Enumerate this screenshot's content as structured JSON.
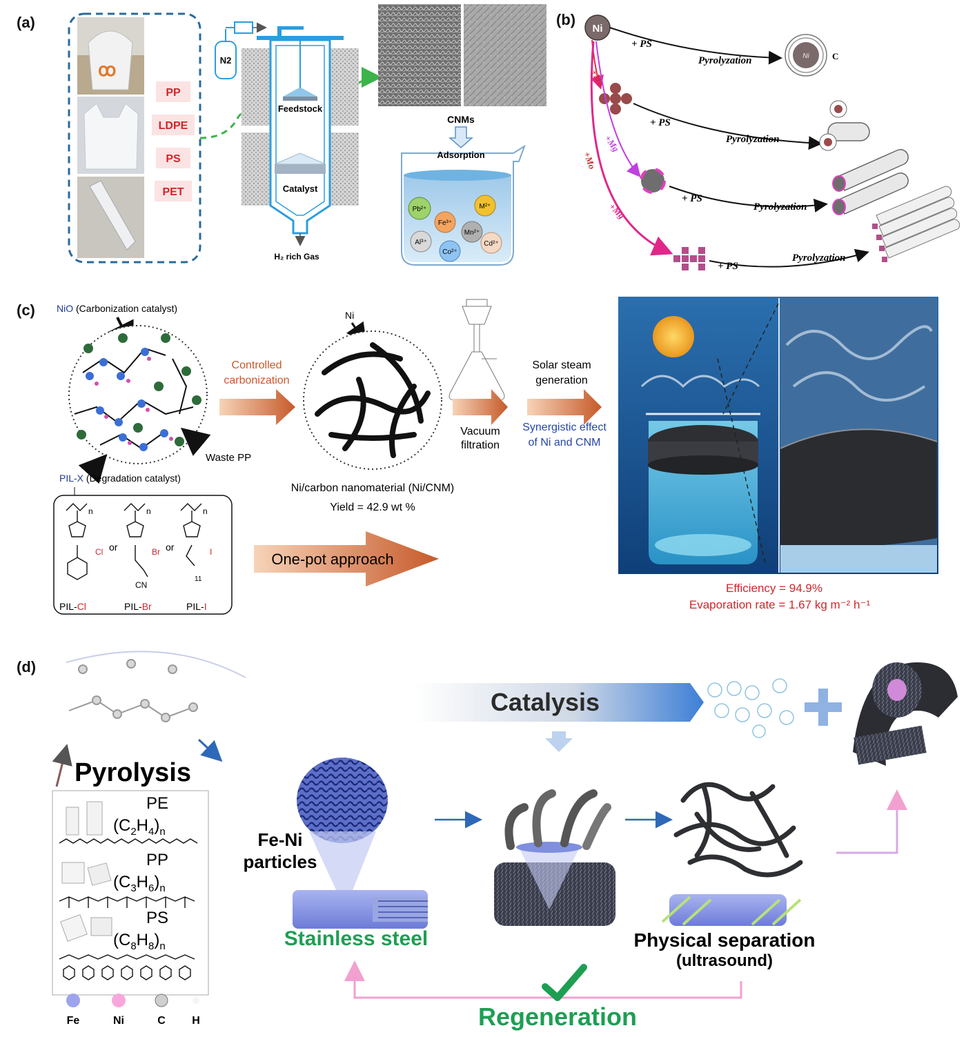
{
  "panel_a": {
    "label": "(a)",
    "plastics": [
      "PP",
      "LDPE",
      "PS",
      "PET"
    ],
    "n2": "N2",
    "feedstock": "Feedstock",
    "catalyst": "Catalyst",
    "gas_out": "H₂ rich Gas",
    "cnms": "CNMs",
    "adsorption": "Adsorption",
    "ions": [
      "Pb²⁺",
      "M²⁺",
      "Fe³⁺",
      "Mn²⁺",
      "Al³⁺",
      "Co²⁺",
      "Cd²⁺"
    ]
  },
  "panel_b": {
    "label": "(b)",
    "ni": "Ni",
    "ni_core": "Ni",
    "c_label": "C",
    "plus_ps": "+ PS",
    "pyrolyzation": "Pyrolyzation",
    "plus_mo": "+Mo",
    "plus_mg": "+Mg"
  },
  "panel_c": {
    "label": "(c)",
    "nio_prefix": "NiO",
    "nio_suffix": " (Carbonization catalyst)",
    "waste_pp": "Waste PP",
    "pil_prefix": "PIL-X",
    "pil_suffix": " (Degradation catalyst)",
    "controlled_1": "Controlled",
    "controlled_2": "carbonization",
    "ni": "Ni",
    "product": "Ni/carbon nanomaterial (Ni/CNM)",
    "yield": "Yield = 42.9 wt %",
    "vacuum_1": "Vacuum",
    "vacuum_2": "filtration",
    "solar_1": "Solar steam",
    "solar_2": "generation",
    "syn_1": "Synergistic effect",
    "syn_2": "of Ni and CNM",
    "one_pot": "One-pot approach",
    "or": "or",
    "n": "n",
    "pil_cl": {
      "base": "PIL-",
      "x": "Cl"
    },
    "pil_br": {
      "base": "PIL-",
      "x": "Br"
    },
    "pil_i": {
      "base": "PIL-",
      "x": "I"
    },
    "anion_cl": "Cl",
    "anion_br": "Br",
    "anion_i": "I",
    "cn": "CN",
    "eleven": "11",
    "efficiency": "Efficiency = 94.9%",
    "evap": "Evaporation rate = 1.67 kg m⁻² h⁻¹"
  },
  "panel_d": {
    "label": "(d)",
    "catalysis": "Catalysis",
    "pyrolysis": "Pyrolysis",
    "pe": "PE",
    "pe_formula": {
      "a": "(C",
      "b": "2",
      "c": "H",
      "d": "4",
      "e": ")",
      "f": "n"
    },
    "pp": "PP",
    "pp_formula": {
      "a": "(C",
      "b": "3",
      "c": "H",
      "d": "6",
      "e": ")",
      "f": "n"
    },
    "ps": "PS",
    "ps_formula": {
      "a": "(C",
      "b": "8",
      "c": "H",
      "d": "8",
      "e": ")",
      "f": "n"
    },
    "feni_1": "Fe-Ni",
    "feni_2": "particles",
    "stainless": "Stainless steel",
    "phys_1": "Physical separation",
    "phys_2": "(ultrasound)",
    "regeneration": "Regeneration",
    "legend": [
      "Fe",
      "Ni",
      "C",
      "H"
    ]
  },
  "colors": {
    "red_label": "#d0262a",
    "navy": "#1f3b8f",
    "green": "#1e9e53",
    "dash_blue": "#2b6a9a",
    "green_dash": "#3cb44b",
    "magenta": "#e0288a",
    "violet": "#c040e0",
    "orange_arrow": "#c65a2a",
    "gray_dot": "#6e6e6e",
    "dark_red_dot": "#8a3a3a"
  }
}
